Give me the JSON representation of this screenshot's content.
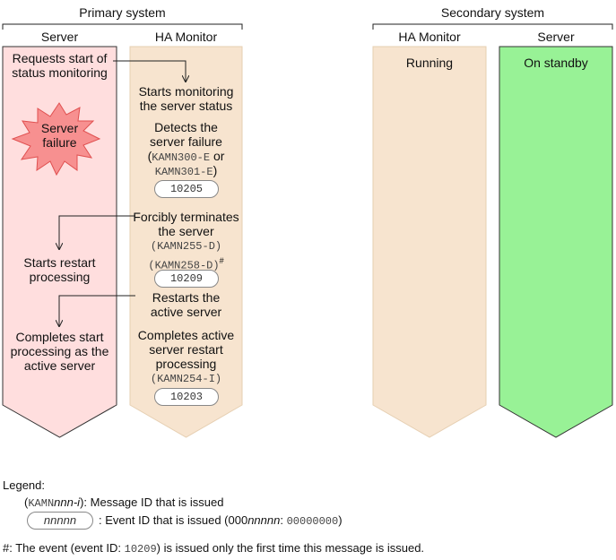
{
  "primary_system": {
    "title": "Primary system",
    "server": {
      "label": "Server",
      "request_line1": "Requests start of",
      "request_line2": "status monitoring",
      "failure_line1": "Server",
      "failure_line2": "failure",
      "restart_line1": "Starts restart",
      "restart_line2": "processing",
      "complete_line1": "Completes start",
      "complete_line2": "processing as the",
      "complete_line3": "active server"
    },
    "ha_monitor": {
      "label": "HA Monitor",
      "monitor_line1": "Starts monitoring",
      "monitor_line2": "the server status",
      "detect_line1": "Detects the",
      "detect_line2": "server failure",
      "detect_msg1_open": "(",
      "detect_msg1": "KAMN300-E",
      "detect_or": " or",
      "detect_msg2": "KAMN301-E",
      "detect_msg2_close": ")",
      "detect_event": "10205",
      "terminate_line1": "Forcibly terminates",
      "terminate_line2": "the server",
      "terminate_msg1": "(KAMN255-D)",
      "terminate_msg2": "(KAMN258-D)",
      "terminate_footnote_mark": "#",
      "terminate_event": "10209",
      "restart_line1": "Restarts the",
      "restart_line2": "active server",
      "completes_line1": "Completes active",
      "completes_line2": "server restart",
      "completes_line3": "processing",
      "completes_msg": "(KAMN254-I)",
      "completes_event": "10203"
    }
  },
  "secondary_system": {
    "title": "Secondary system",
    "ha_monitor": {
      "label": "HA Monitor",
      "status": "Running"
    },
    "server": {
      "label": "Server",
      "status": "On standby"
    }
  },
  "legend": {
    "title": "Legend:",
    "message_open": "(",
    "message_prefix": "KAMN",
    "message_var": "nnn-i",
    "message_close": ")",
    "message_desc": ": Message ID that is issued",
    "event_var": "nnnnn",
    "event_desc_prefix": ": Event ID that is issued (000",
    "event_desc_var": "nnnnn",
    "event_desc_sep": ": ",
    "event_desc_zeros": "00000000",
    "event_desc_close": ")"
  },
  "footnote": {
    "mark": "#:",
    "text_before": "The event (event ID: ",
    "event_id": "10209",
    "text_after": ") is issued only the first time this message is issued."
  },
  "colors": {
    "server_primary": "#ffdede",
    "ha_monitor": "#f7e4cf",
    "server_standby": "#98f296",
    "failure_burst": "#f79090"
  }
}
